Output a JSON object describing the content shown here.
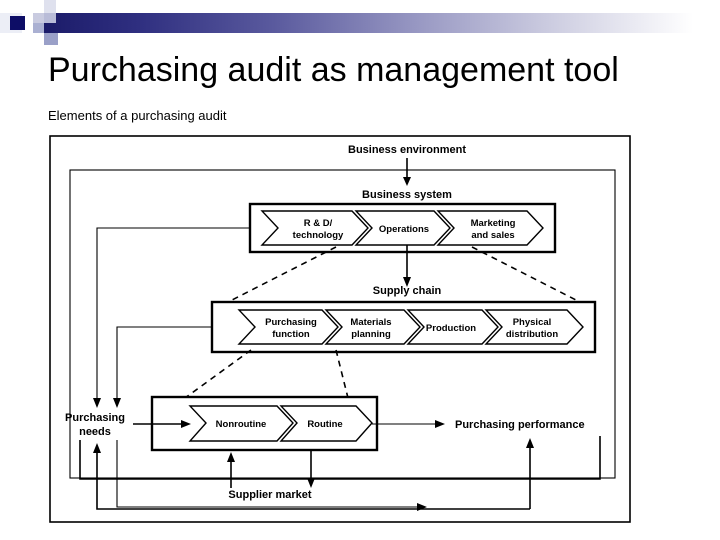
{
  "slide": {
    "title": "Purchasing audit as management tool",
    "subtitle": "Elements of a purchasing audit"
  },
  "theme": {
    "band_dark": "#1b1b69",
    "band_mid": "#5a5a9e",
    "band_light": "#cfcfe2",
    "ink": "#000000",
    "page_bg": "#ffffff"
  },
  "header_squares": [
    {
      "name": "square-dark-small",
      "color": "#0d0d66"
    },
    {
      "name": "square-light-1",
      "color": "#b9bcd8"
    },
    {
      "name": "square-light-2",
      "color": "#c9cbe0"
    },
    {
      "name": "square-mid-1",
      "color": "#9aa0c8"
    },
    {
      "name": "square-mid-2",
      "color": "#8f96c4"
    },
    {
      "name": "square-pale",
      "color": "#dfe1ee"
    }
  ],
  "diagram": {
    "labels": {
      "business_environment": "Business environment",
      "business_system": "Business system",
      "supply_chain": "Supply chain",
      "purchasing_needs_l1": "Purchasing",
      "purchasing_needs_l2": "needs",
      "supplier_market": "Supplier market",
      "purchasing_performance": "Purchasing performance"
    },
    "value_chain": [
      {
        "name": "r-and-d-technology",
        "line1": "R & D/",
        "line2": "technology"
      },
      {
        "name": "operations",
        "line1": "Operations",
        "line2": ""
      },
      {
        "name": "marketing-and-sales",
        "line1": "Marketing",
        "line2": "and sales"
      }
    ],
    "supply_chain_steps": [
      {
        "name": "purchasing-function",
        "line1": "Purchasing",
        "line2": "function"
      },
      {
        "name": "materials-planning",
        "line1": "Materials",
        "line2": "planning"
      },
      {
        "name": "production",
        "line1": "Production",
        "line2": ""
      },
      {
        "name": "physical-distribution",
        "line1": "Physical",
        "line2": "distribution"
      }
    ],
    "purchasing_process_steps": [
      {
        "name": "nonroutine",
        "line1": "Nonroutine",
        "line2": ""
      },
      {
        "name": "routine",
        "line1": "Routine",
        "line2": ""
      }
    ]
  }
}
